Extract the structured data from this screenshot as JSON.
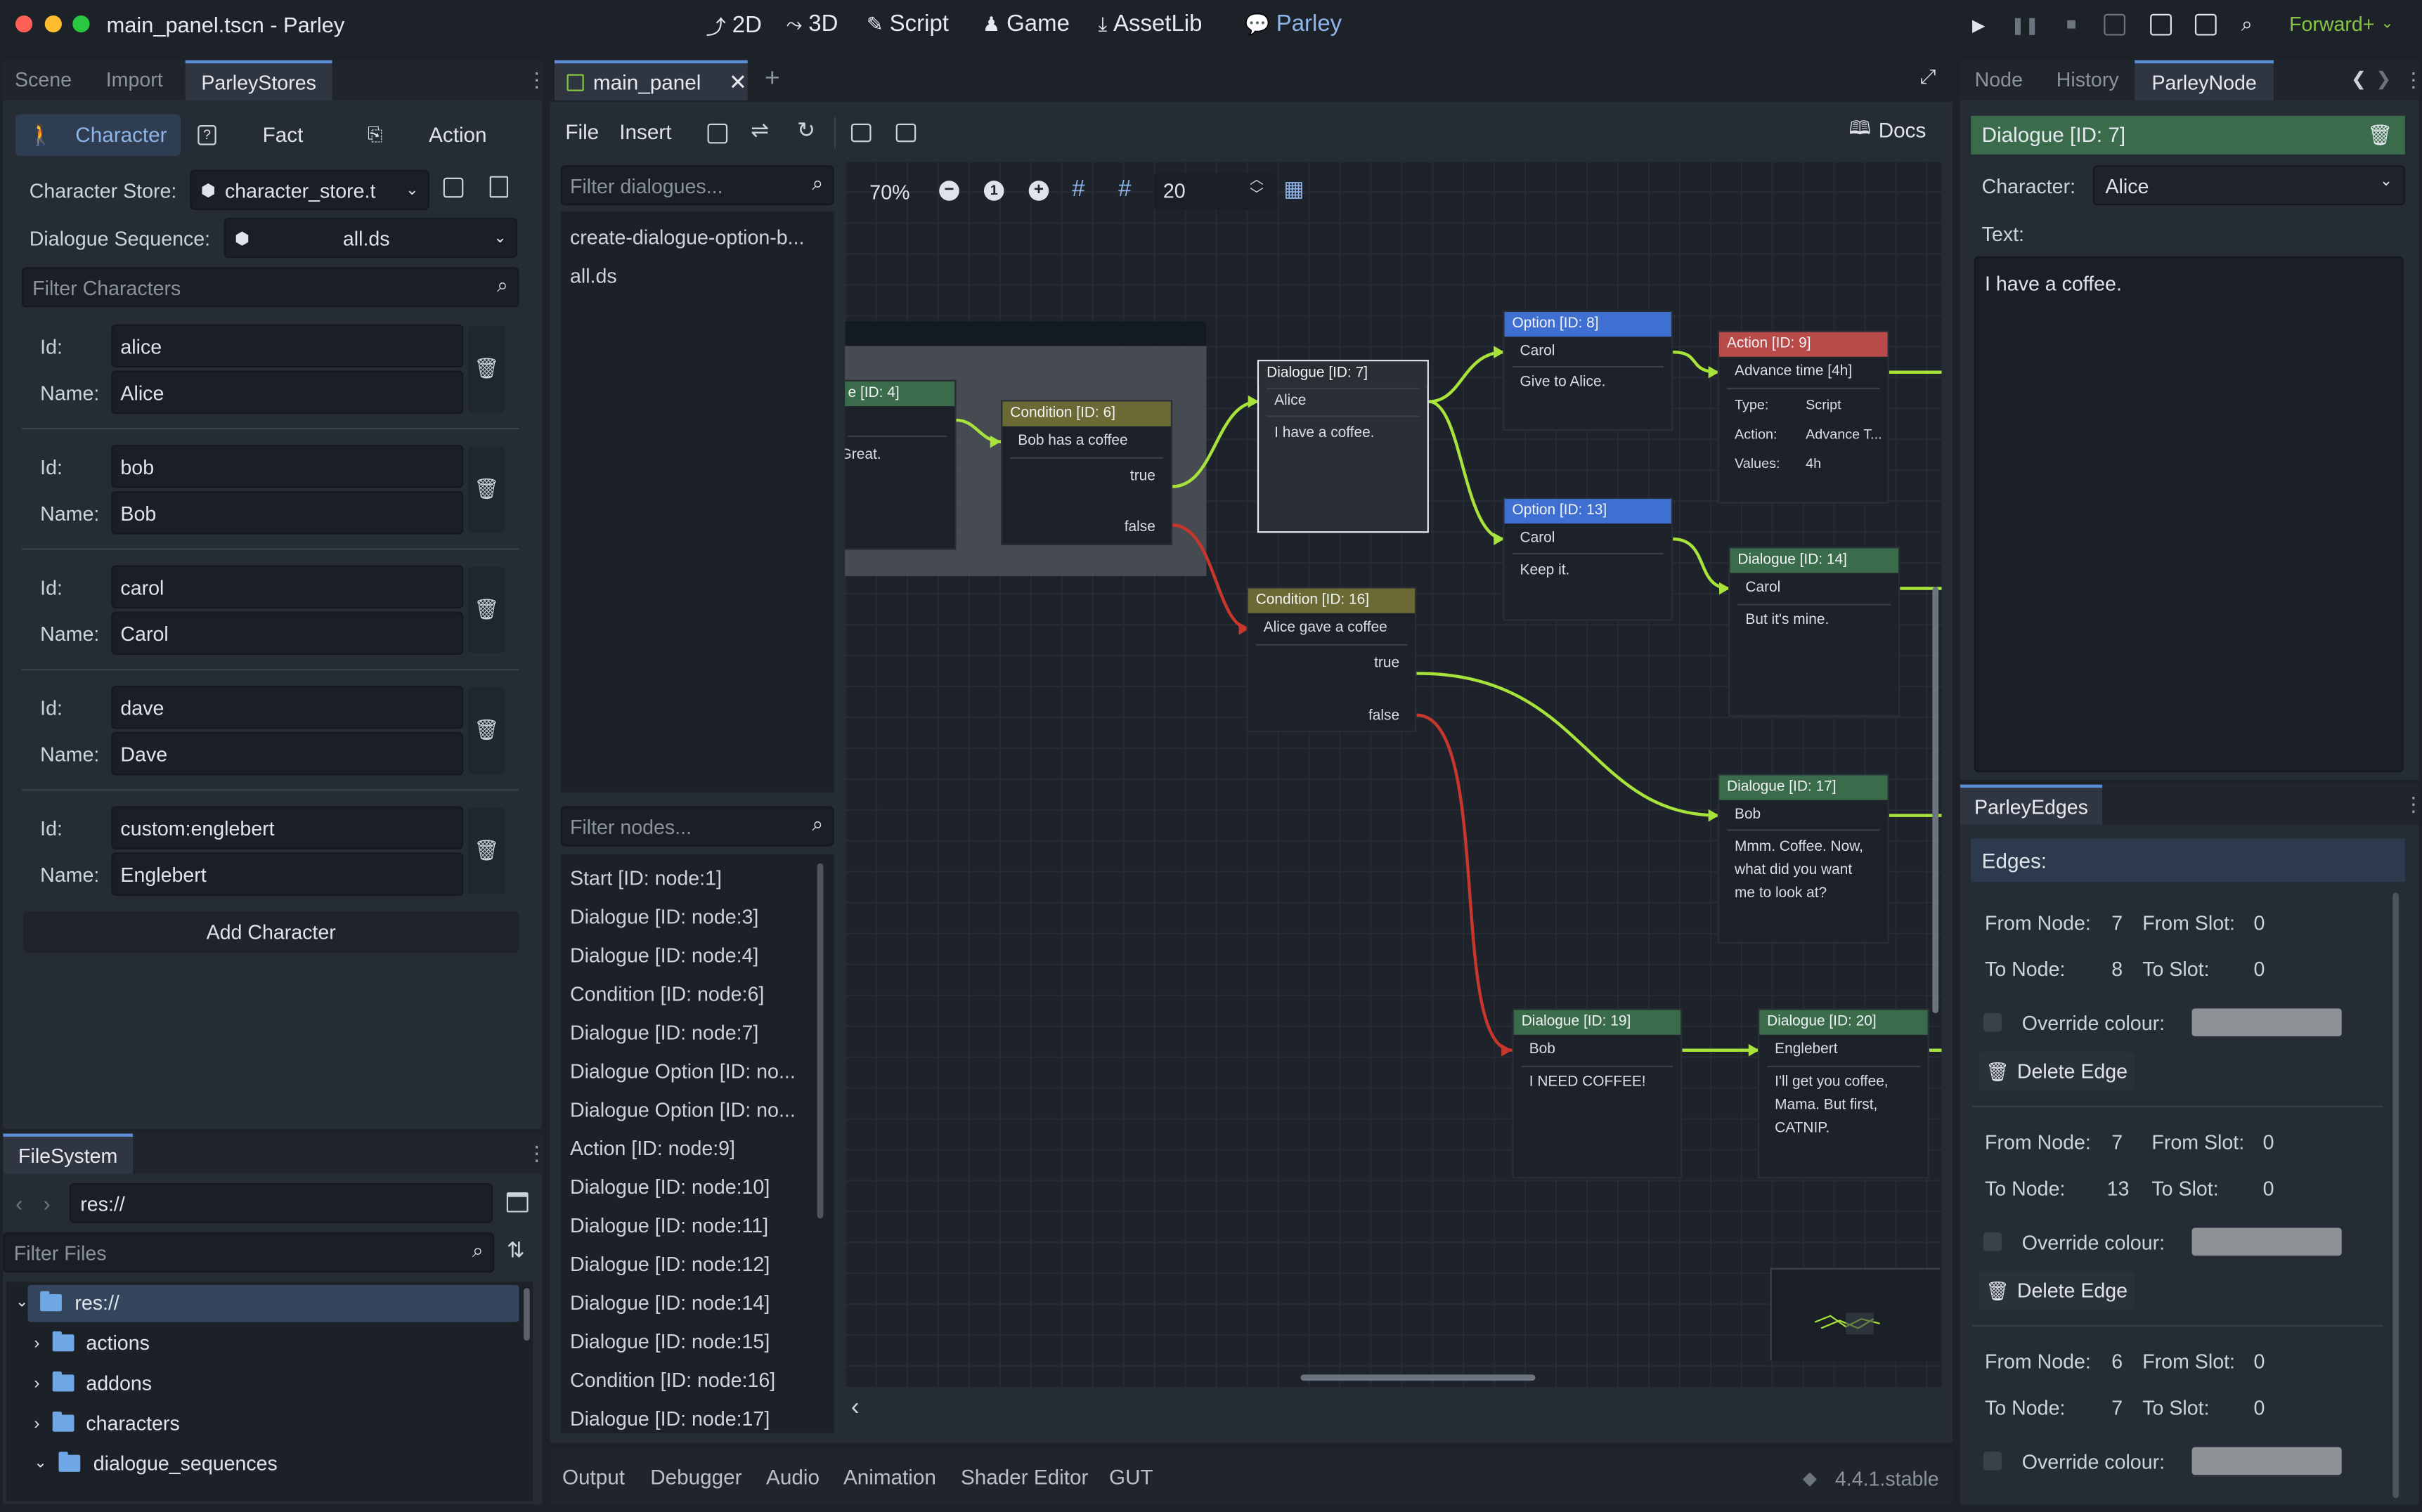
{
  "titlebar": {
    "title": "main_panel.tscn - Parley",
    "workspaces": [
      "2D",
      "3D",
      "Script",
      "Game",
      "AssetLib",
      "Parley"
    ],
    "renderer": "Forward+"
  },
  "left_dock": {
    "tabs": [
      "Scene",
      "Import",
      "ParleyStores"
    ],
    "store_tabs": [
      "Character",
      "Fact",
      "Action"
    ],
    "character_store_label": "Character Store:",
    "character_store_value": "character_store.t",
    "dialogue_sequence_label": "Dialogue Sequence:",
    "dialogue_sequence_value": "all.ds",
    "filter_placeholder": "Filter Characters",
    "id_label": "Id:",
    "name_label": "Name:",
    "characters": [
      {
        "id": "alice",
        "name": "Alice"
      },
      {
        "id": "bob",
        "name": "Bob"
      },
      {
        "id": "carol",
        "name": "Carol"
      },
      {
        "id": "dave",
        "name": "Dave"
      },
      {
        "id": "custom:englebert",
        "name": "Englebert"
      }
    ],
    "add_character": "Add Character"
  },
  "filesystem": {
    "tab": "FileSystem",
    "path": "res://",
    "filter_placeholder": "Filter Files",
    "tree": [
      "res://",
      "actions",
      "addons",
      "characters",
      "dialogue_sequences"
    ]
  },
  "center": {
    "tab": "main_panel",
    "menu": [
      "File",
      "Insert"
    ],
    "docs": "Docs",
    "dialogue_filter_placeholder": "Filter dialogues...",
    "dialogues": [
      "create-dialogue-option-b...",
      "all.ds"
    ],
    "node_filter_placeholder": "Filter nodes...",
    "nodes": [
      "Start [ID: node:1]",
      "Dialogue [ID: node:3]",
      "Dialogue [ID: node:4]",
      "Condition [ID: node:6]",
      "Dialogue [ID: node:7]",
      "Dialogue Option [ID: no...",
      "Dialogue Option [ID: no...",
      "Action [ID: node:9]",
      "Dialogue [ID: node:10]",
      "Dialogue [ID: node:11]",
      "Dialogue [ID: node:12]",
      "Dialogue [ID: node:14]",
      "Dialogue [ID: node:15]",
      "Condition [ID: node:16]",
      "Dialogue [ID: node:17]"
    ],
    "zoom": "70%",
    "snap": "20"
  },
  "graph": {
    "node4": {
      "header": "e [ID: 4]",
      "text": "Great."
    },
    "node6": {
      "header": "Condition [ID: 6]",
      "text": "Bob has a coffee",
      "true": "true",
      "false": "false"
    },
    "node7": {
      "header": "Dialogue [ID: 7]",
      "char": "Alice",
      "text": "I have a coffee."
    },
    "node8": {
      "header": "Option [ID: 8]",
      "char": "Carol",
      "text": "Give to Alice."
    },
    "node9": {
      "header": "Action [ID: 9]",
      "title": "Advance time [4h]",
      "type_label": "Type:",
      "type": "Script",
      "action_label": "Action:",
      "action": "Advance T...",
      "values_label": "Values:",
      "values": "4h"
    },
    "node13": {
      "header": "Option [ID: 13]",
      "char": "Carol",
      "text": "Keep it."
    },
    "node14": {
      "header": "Dialogue [ID: 14]",
      "char": "Carol",
      "text": "But it's mine."
    },
    "node16": {
      "header": "Condition [ID: 16]",
      "text": "Alice gave a coffee",
      "true": "true",
      "false": "false"
    },
    "node17": {
      "header": "Dialogue [ID: 17]",
      "char": "Bob",
      "text1": "Mmm. Coffee. Now,",
      "text2": "what did you want",
      "text3": "me to look at?"
    },
    "node19": {
      "header": "Dialogue [ID: 19]",
      "char": "Bob",
      "text": "I NEED COFFEE!"
    },
    "node20": {
      "header": "Dialogue [ID: 20]",
      "char": "Englebert",
      "text1": "I'll get you coffee,",
      "text2": "Mama. But first,",
      "text3": "CATNIP."
    }
  },
  "bottom": {
    "tabs": [
      "Output",
      "Debugger",
      "Audio",
      "Animation",
      "Shader Editor",
      "GUT"
    ],
    "version": "4.4.1.stable"
  },
  "right_dock": {
    "tabs": [
      "Node",
      "History",
      "ParleyNode"
    ],
    "node_title": "Dialogue [ID: 7]",
    "character_label": "Character:",
    "character_value": "Alice",
    "text_label": "Text:",
    "text_value": "I have a coffee.",
    "edges_tab": "ParleyEdges",
    "edges_label": "Edges:",
    "from_node_label": "From Node:",
    "from_slot_label": "From Slot:",
    "to_node_label": "To Node:",
    "to_slot_label": "To Slot:",
    "override_label": "Override colour:",
    "delete_label": "Delete Edge",
    "edges": [
      {
        "from_node": "7",
        "from_slot": "0",
        "to_node": "8",
        "to_slot": "0"
      },
      {
        "from_node": "7",
        "from_slot": "0",
        "to_node": "13",
        "to_slot": "0"
      },
      {
        "from_node": "6",
        "from_slot": "0",
        "to_node": "7",
        "to_slot": "0"
      }
    ]
  },
  "colors": {
    "accent": "#5c8ed6",
    "dialogue_header": "#3a6b4a",
    "condition_header": "#6b6a35",
    "option_header": "#3f6fd0",
    "action_header": "#b94a4a",
    "edge_true": "#a7e33b",
    "edge_false": "#c9372c"
  }
}
